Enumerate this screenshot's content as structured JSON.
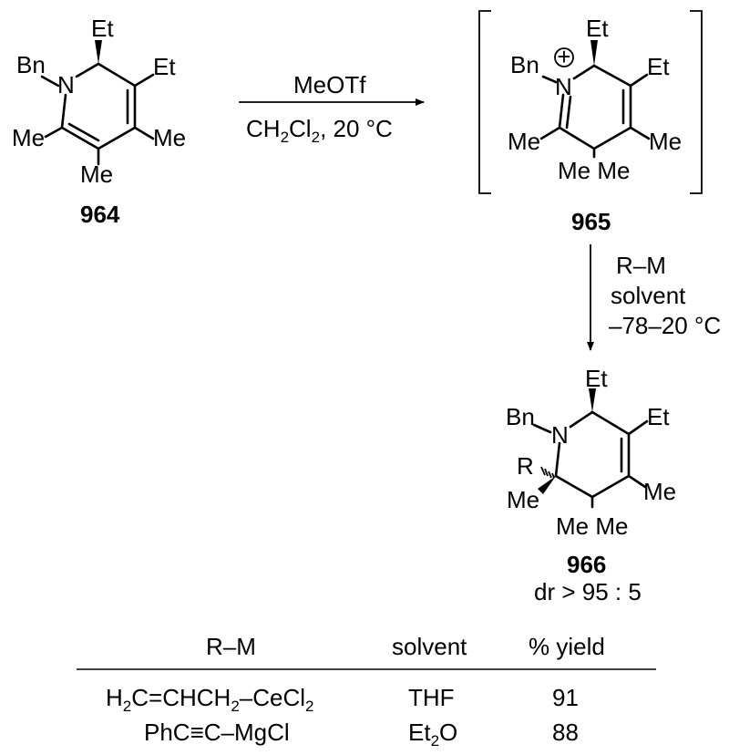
{
  "compounds": {
    "c964": {
      "id": "964",
      "labels": {
        "bn": "Bn",
        "n": "N",
        "et_top": "Et",
        "et_right": "Et",
        "me_left": "Me",
        "me_right": "Me",
        "me_bottom": "Me"
      }
    },
    "c965": {
      "id": "965",
      "labels": {
        "bn": "Bn",
        "n": "N",
        "charge": "+",
        "et_top": "Et",
        "et_right": "Et",
        "me_left": "Me",
        "me_right": "Me",
        "me_gem": "Me Me"
      }
    },
    "c966": {
      "id": "966",
      "dr_text": "dr > 95 : 5",
      "labels": {
        "bn": "Bn",
        "n": "N",
        "et_top": "Et",
        "et_right": "Et",
        "r": "R",
        "me_left": "Me",
        "me_right": "Me",
        "me_gem": "Me Me"
      }
    }
  },
  "step1": {
    "reagent": "MeOTf",
    "conditions": {
      "p1": "CH",
      "s1": "2",
      "p2": "Cl",
      "s2": "2",
      "p3": ", 20 °C"
    }
  },
  "step2": {
    "line1": "R–M",
    "line2": "solvent",
    "line3": "–78–20 °C"
  },
  "table": {
    "headers": {
      "rm": "R–M",
      "solvent": "solvent",
      "yield": "% yield"
    },
    "rows": [
      {
        "rm": {
          "a": "H",
          "b": "2",
          "c": "C=CHCH",
          "d": "2",
          "e": "–CeCl",
          "f": "2"
        },
        "solvent": {
          "a": "THF",
          "b": "",
          "c": ""
        },
        "yield": "91"
      },
      {
        "rm": {
          "a": "PhC≡C–MgCl",
          "b": "",
          "c": "",
          "d": "",
          "e": "",
          "f": ""
        },
        "solvent": {
          "a": "Et",
          "b": "2",
          "c": "O"
        },
        "yield": "88"
      }
    ]
  }
}
